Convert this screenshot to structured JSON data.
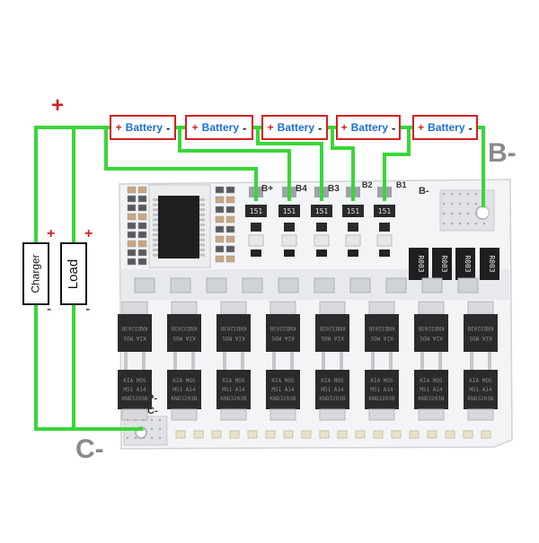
{
  "top_plus": "+",
  "batteries": [
    {
      "plus": "+",
      "label": "Battery",
      "minus": "-"
    },
    {
      "plus": "+",
      "label": "Battery",
      "minus": "-"
    },
    {
      "plus": "+",
      "label": "Battery",
      "minus": "-"
    },
    {
      "plus": "+",
      "label": "Battery",
      "minus": "-"
    },
    {
      "plus": "+",
      "label": "Battery",
      "minus": "-"
    }
  ],
  "charger": {
    "label": "Charger",
    "plus": "+",
    "minus": "-"
  },
  "load": {
    "label": "Load",
    "plus": "+",
    "minus": "-"
  },
  "b_minus_label": "B-",
  "c_minus_label": "C-",
  "silkscreen": {
    "b_plus": "B+",
    "b4": "B4",
    "b3": "B3",
    "b2": "B2",
    "b1": "B1",
    "b_minus": "B-",
    "p_minus": "P-",
    "c_minus": "C-"
  },
  "resistor_marking": "R003",
  "small_smd_marking": "151",
  "mosfet_top_marking": "KND3203B",
  "mosfet_mid_marking": "KIA MOS",
  "mosfet_mid2_marking": "M51 A14",
  "colors": {
    "wire": "#39d639",
    "battery_border": "#d42020",
    "battery_text": "#1a6fd6",
    "label_gray": "#8a8a8a"
  }
}
